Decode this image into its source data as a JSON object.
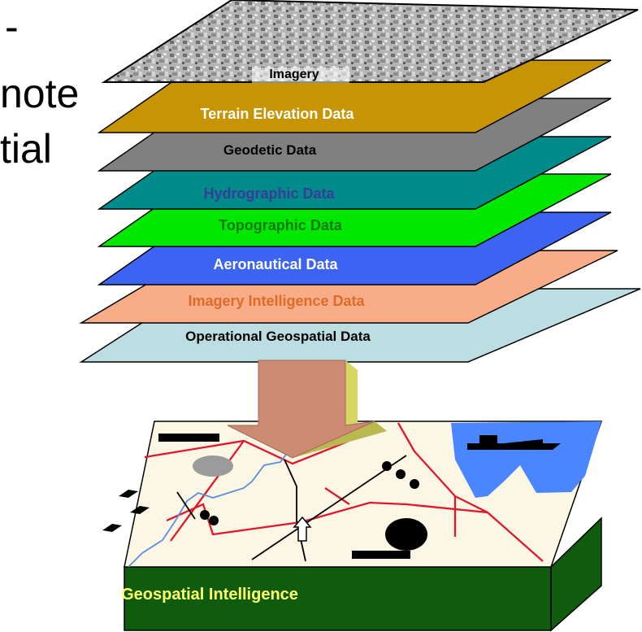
{
  "background_text": {
    "line1": "-",
    "line2": "note",
    "line3": "tial"
  },
  "layers": [
    {
      "label": "Imagery",
      "fill": "#b9b9b9",
      "text_color": "#000000"
    },
    {
      "label": "Terrain Elevation Data",
      "fill": "#c79503",
      "text_color": "#ffffff"
    },
    {
      "label": "Geodetic Data",
      "fill": "#808080",
      "text_color": "#000000"
    },
    {
      "label": "Hydrographic Data",
      "fill": "#008b8b",
      "text_color": "#3b3b9a"
    },
    {
      "label": "Topographic Data",
      "fill": "#00e800",
      "text_color": "#137a13"
    },
    {
      "label": "Aeronautical Data",
      "fill": "#3d63f2",
      "text_color": "#ffffff"
    },
    {
      "label": "Imagery Intelligence Data",
      "fill": "#f8ad88",
      "text_color": "#e06b28"
    },
    {
      "label": "Operational Geospatial Data",
      "fill": "#bcdee3",
      "text_color": "#000000"
    }
  ],
  "result": {
    "label": "Geospatial  Intelligence",
    "label_color": "#ffff6a",
    "base_color": "#0f5c0f",
    "map_color": "#fcf6e4"
  }
}
